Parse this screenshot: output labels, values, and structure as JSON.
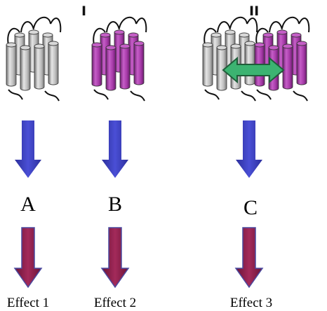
{
  "panels": {
    "I": {
      "label": "I"
    },
    "II": {
      "label": "II"
    }
  },
  "outcomes": [
    {
      "letter": "A",
      "effect": "Effect 1"
    },
    {
      "letter": "B",
      "effect": "Effect 2"
    },
    {
      "letter": "C",
      "effect": "Effect 3"
    }
  ],
  "colors": {
    "gray_receptor": "#a9a9a9",
    "purple_receptor": "#a63aa8",
    "interaction_arrow": "#3cb371",
    "blue_arrow": "#3a3fc0",
    "maroon_arrow": "#8a1f4a"
  }
}
